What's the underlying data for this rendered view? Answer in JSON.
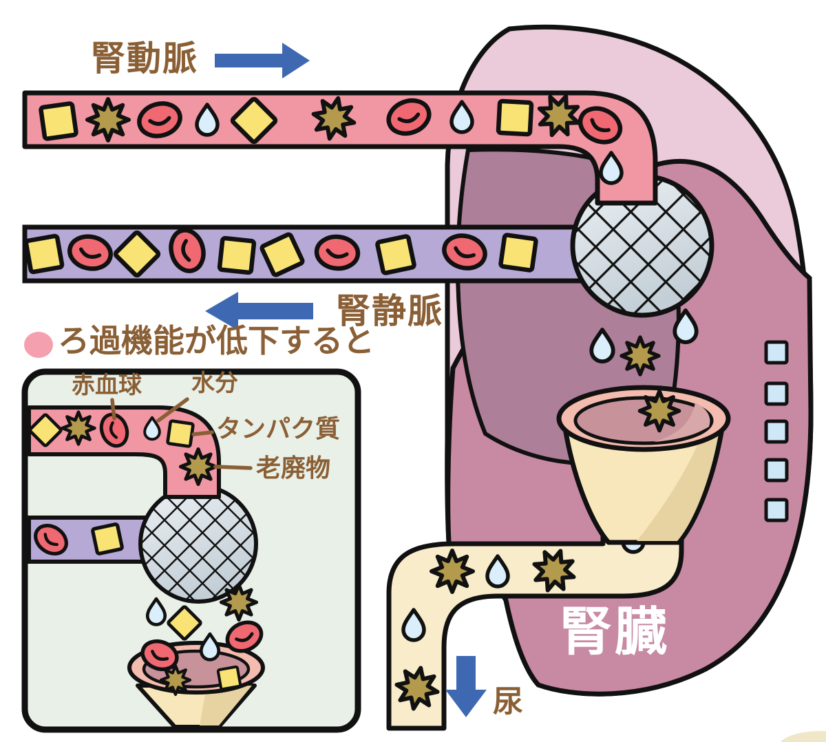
{
  "diagram": {
    "heading": "ろ過機能が低下すると",
    "labels": {
      "renal_artery": "腎動脈",
      "renal_vein": "腎静脈",
      "kidney": "腎臓",
      "urine": "尿"
    },
    "inset_labels": {
      "red_blood_cell": "赤血球",
      "water": "水分",
      "protein": "タンパク質",
      "waste": "老廃物"
    },
    "particles": [
      {
        "name": "red-blood-cell",
        "meaning": "赤血球"
      },
      {
        "name": "water-drop",
        "meaning": "水分"
      },
      {
        "name": "protein-square",
        "meaning": "タンパク質"
      },
      {
        "name": "waste-star",
        "meaning": "老廃物"
      }
    ],
    "colors": {
      "artery_pink": "#f097a3",
      "vein_purple": "#b7a9d5",
      "protein_yellow": "#fae375",
      "waste_gold": "#b39a4d",
      "blood_cell_red": "#f06972",
      "water_blue": "#daeefb",
      "kidney_outer": "#ebcbd9",
      "kidney_body": "#c889a3",
      "kidney_medulla": "#ad7f98",
      "filter_mesh_gray": "#d7dfe5",
      "funnel_rim": "#f4bcae",
      "urine_liquid": "#c8929b",
      "funnel_cone": "#f8e7bb",
      "urine_tube": "#f9ecca",
      "collecting_square_blue": "#cfe8f8",
      "arrow_blue": "#3e69b2",
      "label_brown": "#8a5f35",
      "inset_background": "#e9f0e8",
      "bullet_pink": "#f4a0ae",
      "kidney_label_white": "#ffffff",
      "outline_black": "#111111"
    }
  }
}
